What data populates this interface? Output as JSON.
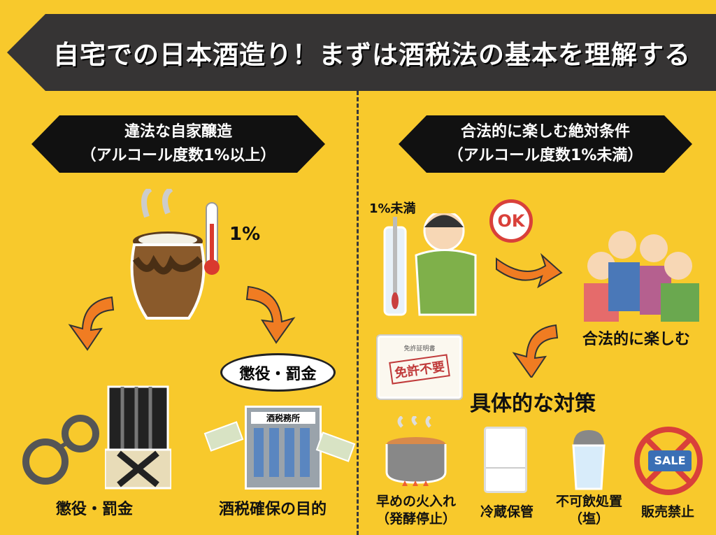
{
  "title": "自宅での日本酒造り！まずは酒税法の基本を理解する",
  "left": {
    "heading": "違法な自家醸造",
    "subheading": "（アルコール度数1%以上）",
    "percent_label": "1%",
    "speech_bubble": "懲役・罰金",
    "building_sign": "酒税務所",
    "outcomes": [
      {
        "label": "懲役・罰金"
      },
      {
        "label": "酒税確保の目的"
      }
    ]
  },
  "right": {
    "heading": "合法的に楽しむ絶対条件",
    "subheading": "（アルコール度数1%未満）",
    "hydrometer_label": "1%未満",
    "ok_badge": "OK",
    "group_label": "合法的に楽しむ",
    "certificate": {
      "title": "免許証明書",
      "stamp": "免許不要"
    },
    "measures_title": "具体的な対策",
    "measures": [
      {
        "label": "早めの火入れ",
        "sub": "（発酵停止）",
        "icon": "cooking-pot-icon"
      },
      {
        "label": "冷蔵保管",
        "sub": "",
        "icon": "refrigerator-icon"
      },
      {
        "label": "不可飲処置",
        "sub": "（塩）",
        "icon": "salt-shaker-icon"
      },
      {
        "label": "販売禁止",
        "sub": "",
        "icon": "no-sale-icon"
      }
    ],
    "sale_tag": "SALE"
  },
  "colors": {
    "background": "#f8c92c",
    "banner": "#363434",
    "arrow": "#f07c22",
    "prohibit": "#d9403a"
  }
}
